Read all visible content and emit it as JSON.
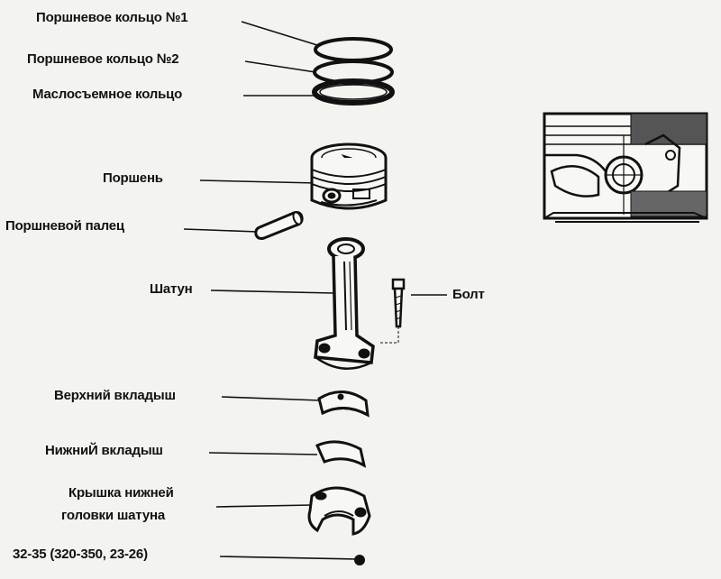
{
  "labels": {
    "ring1": "Поршневое кольцо №1",
    "ring2": "Поршневое кольцо №2",
    "oil_ring": "Маслосъемное кольцо",
    "piston": "Поршень",
    "piston_pin": "Поршневой палец",
    "rod": "Шатун",
    "bolt": "Болт",
    "upper_shell": "Верхний вкладыш",
    "lower_shell": "НижниЙ вкладыш",
    "cap_line1": "Крышка нижней",
    "cap_line2": "головки шатуна",
    "torque": "32-35 (320-350, 23-26)"
  },
  "colors": {
    "ink": "#111111",
    "paper": "#f3f3ef"
  }
}
